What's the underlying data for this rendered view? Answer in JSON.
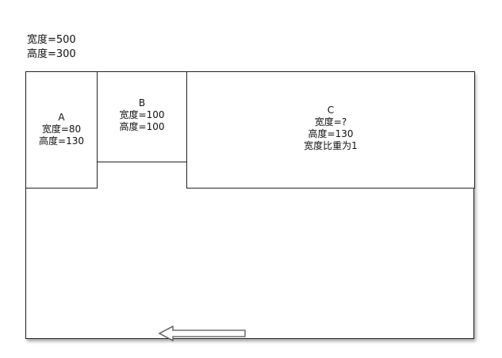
{
  "container": {
    "width_label": "宽度=500",
    "height_label": "高度=300"
  },
  "boxes": {
    "a": {
      "name": "A",
      "width_label": "宽度=80",
      "height_label": "高度=130"
    },
    "b": {
      "name": "B",
      "width_label": "宽度=100",
      "height_label": "高度=100"
    },
    "c": {
      "name": "C",
      "width_label": "宽度=?",
      "height_label": "高度=130",
      "flex_label": "宽度比重为1"
    }
  },
  "arrow": {
    "direction": "left",
    "icon": "left-arrow-icon"
  }
}
